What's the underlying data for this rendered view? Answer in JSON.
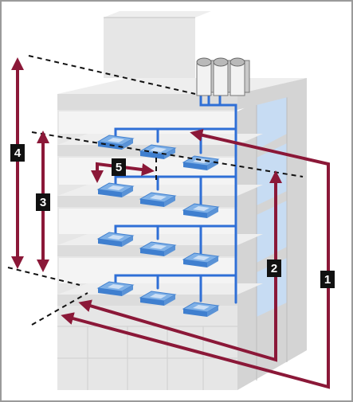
{
  "colors": {
    "background": "#ffffff",
    "frame": "#9a9a9a",
    "wall": "#e6e6e6",
    "wall_side": "#d4d4d4",
    "slab_top": "#eeeeee",
    "slab_front": "#dcdcdc",
    "pipe": "#2f6fd6",
    "indoor_unit": "#7fb0e6",
    "indoor_unit_dark": "#3f7fcf",
    "arrow": "#8b1838",
    "dashed_line": "#111111",
    "label_bg": "#111111",
    "label_text": "#ffffff",
    "window": "#c7dcf3"
  },
  "labels": {
    "l1": "1",
    "l2": "2",
    "l3": "3",
    "l4": "4",
    "l5": "5"
  },
  "icons": {
    "outdoor_unit": "outdoor-unit-icon",
    "indoor_unit": "ceiling-cassette-icon"
  }
}
